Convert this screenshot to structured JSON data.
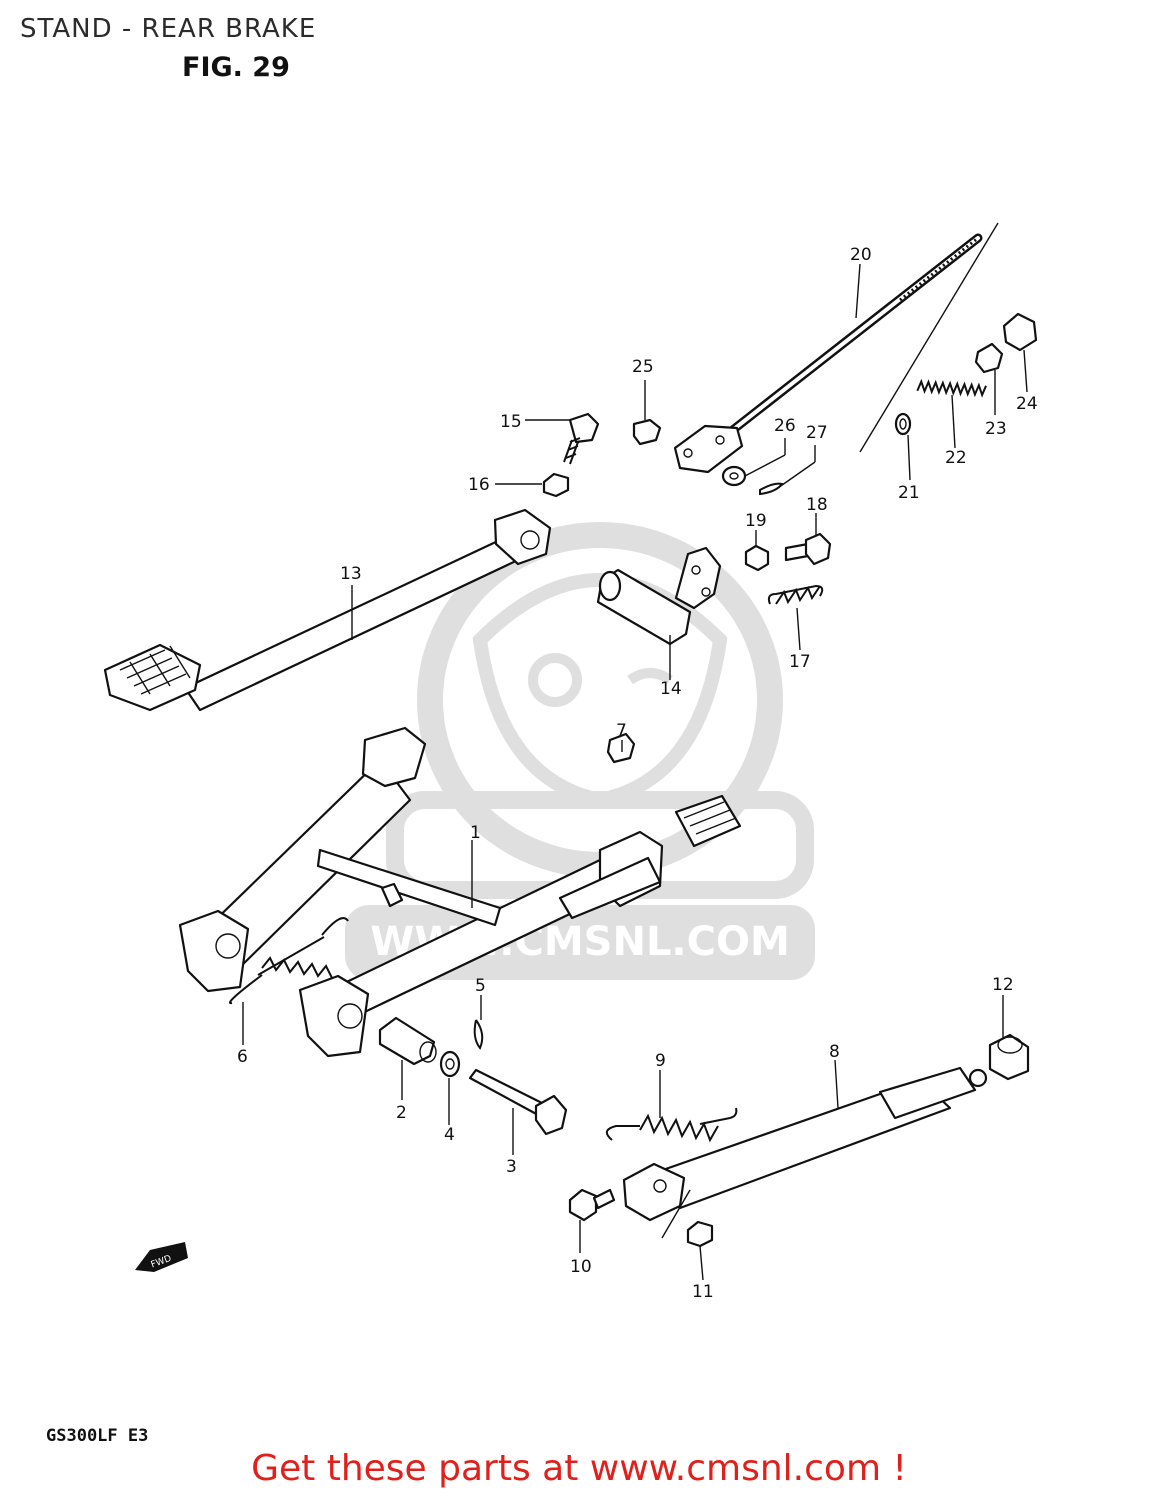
{
  "header": {
    "title": "STAND - REAR BRAKE",
    "figure_label": "FIG. 29"
  },
  "watermark": {
    "text": "WWW.CMSNL.COM",
    "color": "#d9d9d9"
  },
  "callouts": [
    "1",
    "2",
    "3",
    "4",
    "5",
    "6",
    "7",
    "8",
    "9",
    "10",
    "11",
    "12",
    "13",
    "14",
    "15",
    "16",
    "17",
    "18",
    "19",
    "20",
    "21",
    "22",
    "23",
    "24",
    "25",
    "26",
    "27"
  ],
  "footer": {
    "model": "GS300LF E3",
    "promo": "Get these parts at www.cmsnl.com !",
    "promo_color": "#e0201c"
  },
  "fwd_badge": "FWD"
}
